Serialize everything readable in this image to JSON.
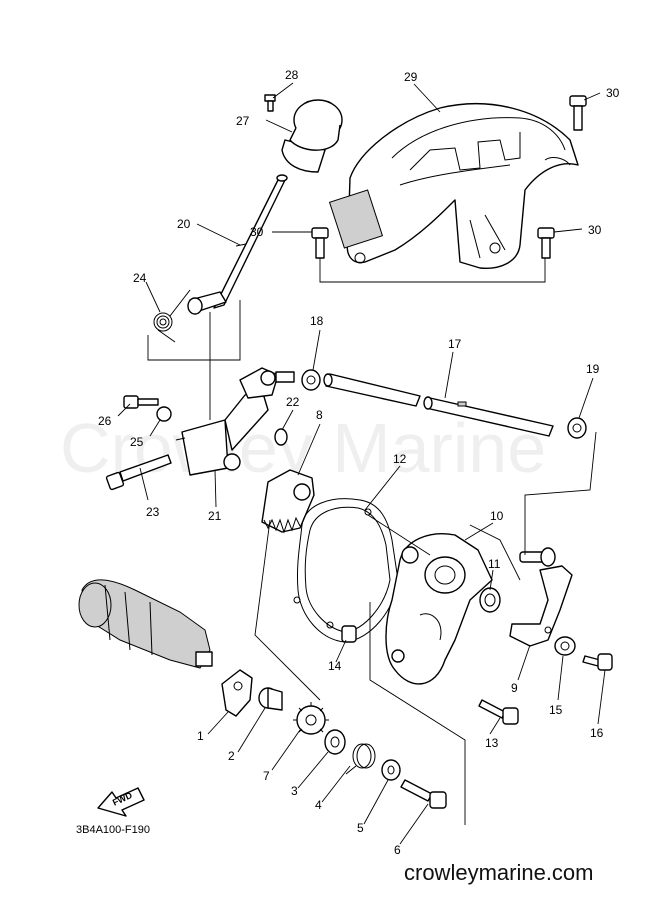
{
  "diagram": {
    "drawing_code": "3B4A100-F190",
    "website": "crowleymarine.com",
    "watermark": "Crowley Marine",
    "fwd_label": "FWD",
    "callouts": [
      "1",
      "2",
      "3",
      "4",
      "5",
      "6",
      "7",
      "8",
      "9",
      "10",
      "11",
      "12",
      "13",
      "14",
      "15",
      "16",
      "17",
      "18",
      "19",
      "20",
      "21",
      "22",
      "23",
      "24",
      "25",
      "26",
      "27",
      "28",
      "29",
      "30"
    ]
  }
}
